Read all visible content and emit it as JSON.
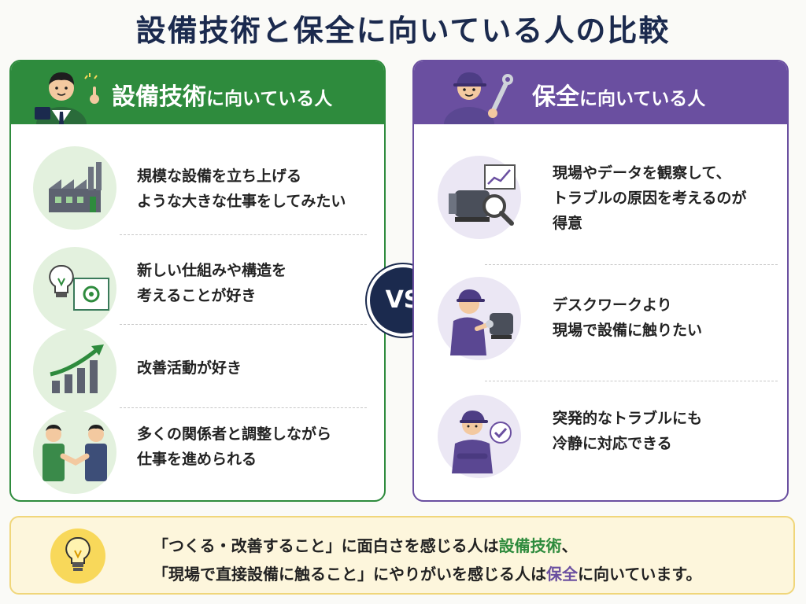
{
  "title": "設備技術と保全に向いている人の比較",
  "left": {
    "header_strong": "設備技術",
    "header_rest": "に向いている人",
    "items": [
      {
        "icon": "factory-icon",
        "lines": [
          "規模な設備を立ち上げる",
          "ような大きな仕事をしてみたい"
        ]
      },
      {
        "icon": "lightbulb-blueprint-icon",
        "lines": [
          "新しい仕組みや構造を",
          "考えることが好き"
        ]
      },
      {
        "icon": "growth-chart-icon",
        "lines": [
          "改善活動が好き"
        ]
      },
      {
        "icon": "handshake-icon",
        "lines": [
          "多くの関係者と調整しながら",
          "仕事を進められる"
        ]
      }
    ]
  },
  "right": {
    "header_strong": "保全",
    "header_rest": "に向いている人",
    "items": [
      {
        "icon": "motor-magnifier-icon",
        "lines": [
          "現場やデータを観察して、",
          "トラブルの原因を考えるのが",
          "得意"
        ]
      },
      {
        "icon": "worker-repair-icon",
        "lines": [
          "デスクワークより",
          "現場で設備に触りたい"
        ]
      },
      {
        "icon": "worker-check-icon",
        "lines": [
          "突発的なトラブルにも",
          "冷静に対応できる"
        ]
      }
    ]
  },
  "vs_label": "VS",
  "summary": {
    "icon": "lightbulb-icon",
    "line1_pre": "「つくる・改善すること」に面白さを感じる人は",
    "line1_hl": "設備技術",
    "line1_post": "、",
    "line2_pre": "「現場で直接設備に触ること」にやりがいを感じる人は",
    "line2_hl": "保全",
    "line2_post": "に向いています。"
  },
  "colors": {
    "green": "#2e8b3d",
    "purple": "#6a4fa0",
    "navy": "#1b2a4e",
    "summary_bg": "#fdf6dc"
  }
}
